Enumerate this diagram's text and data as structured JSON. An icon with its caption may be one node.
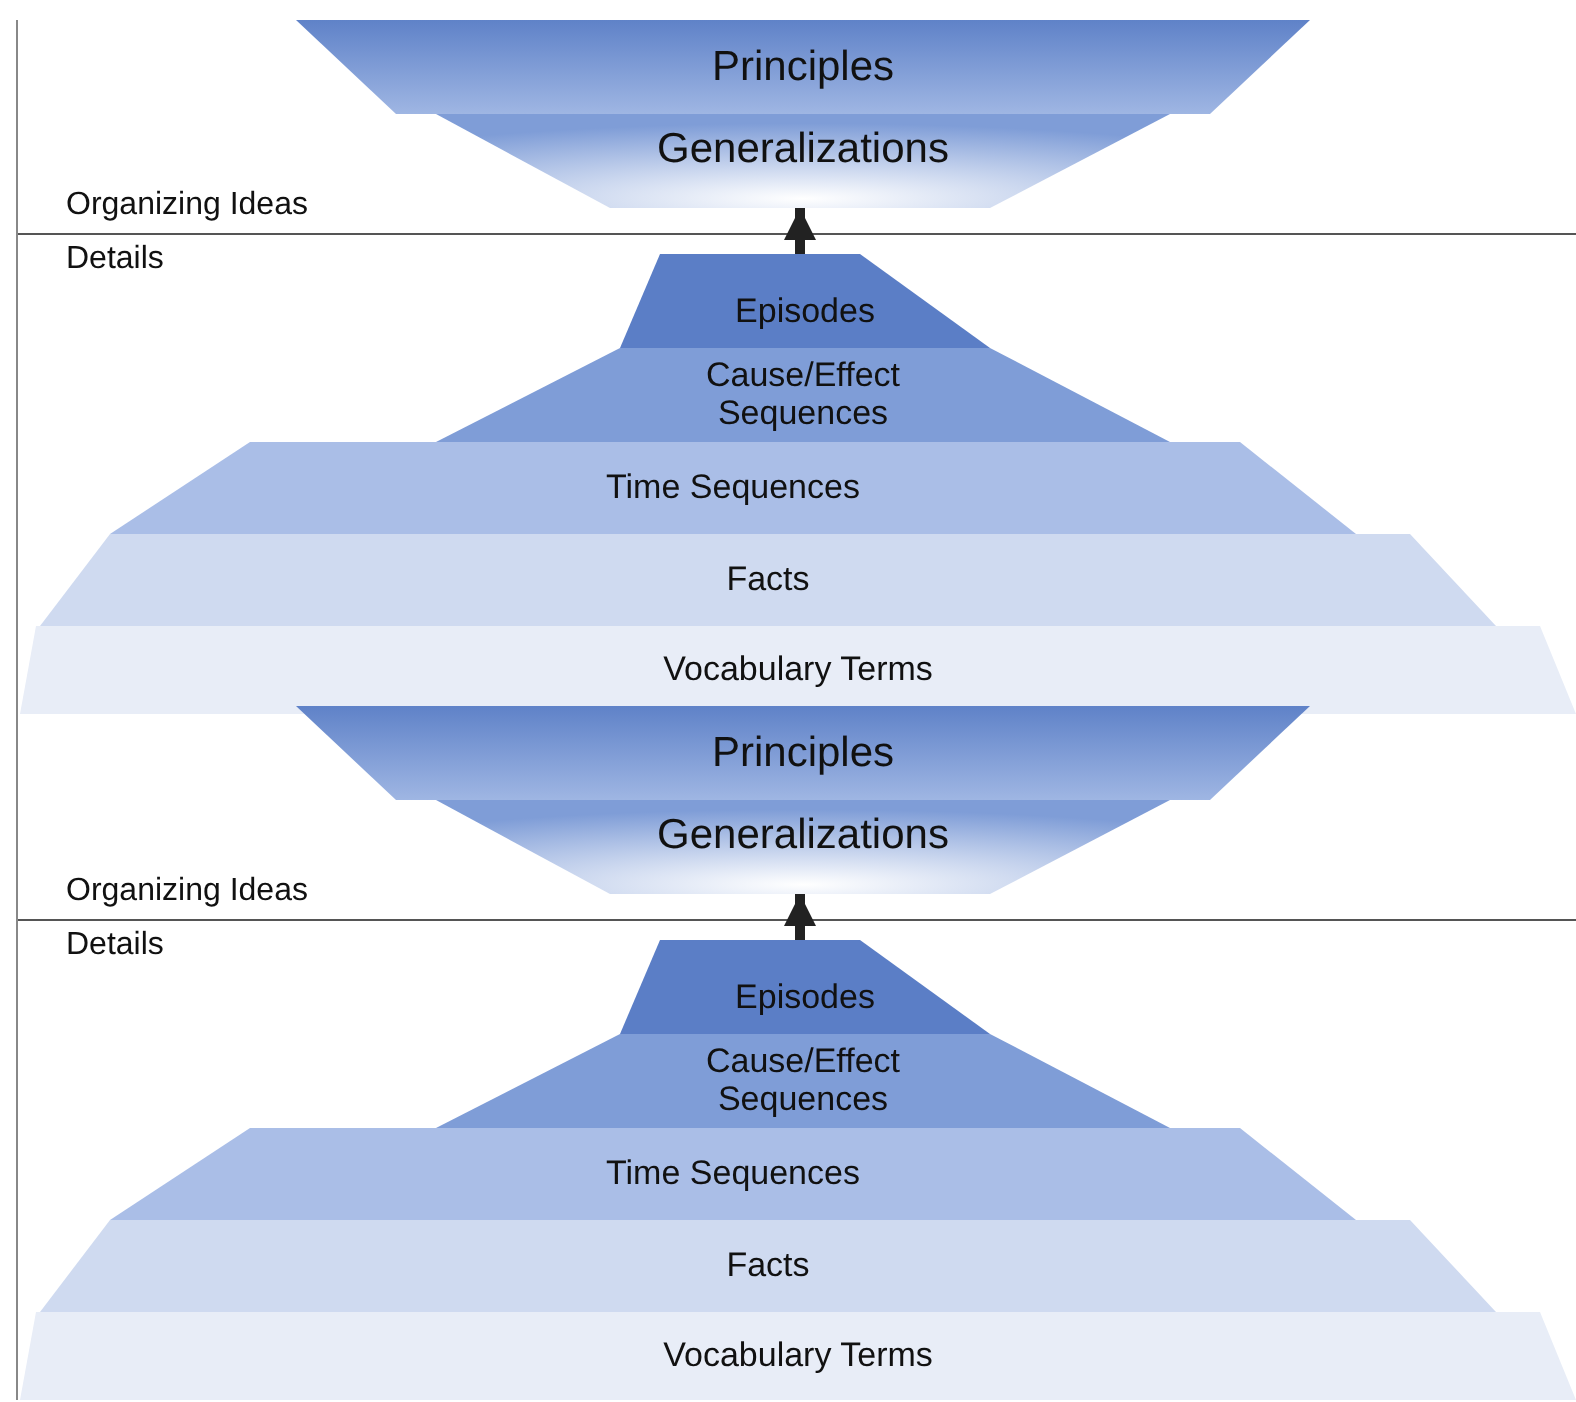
{
  "diagram": {
    "nodes": [
      {
        "text": [
          "Principles"
        ]
      },
      {
        "text": [
          "Generalizations"
        ]
      },
      {
        "text": [
          "Episodes"
        ]
      },
      {
        "text": [
          "Cause/Effect Sequences"
        ]
      },
      {
        "text": [
          "Time Sequences"
        ]
      },
      {
        "text": [
          "Facts"
        ]
      },
      {
        "text": [
          "Vocabulary Terms"
        ]
      },
      {
        "text": [
          "Principles"
        ]
      },
      {
        "text": [
          "Generalizations"
        ]
      },
      {
        "text": [
          "Episodes"
        ]
      },
      {
        "text": [
          "Cause/Effect Sequences"
        ]
      },
      {
        "text": [
          "Time Sequences"
        ]
      },
      {
        "text": [
          "Facts"
        ]
      },
      {
        "text": [
          "Vocabulary Terms"
        ]
      }
    ],
    "edges": [
      {
        "from": 2,
        "to": 1,
        "arrow": "to"
      },
      {
        "from": 9,
        "to": 8,
        "arrow": "to"
      }
    ],
    "labels": [
      "Organizing Ideas",
      "Details",
      "Organizing Ideas",
      "Details"
    ]
  }
}
